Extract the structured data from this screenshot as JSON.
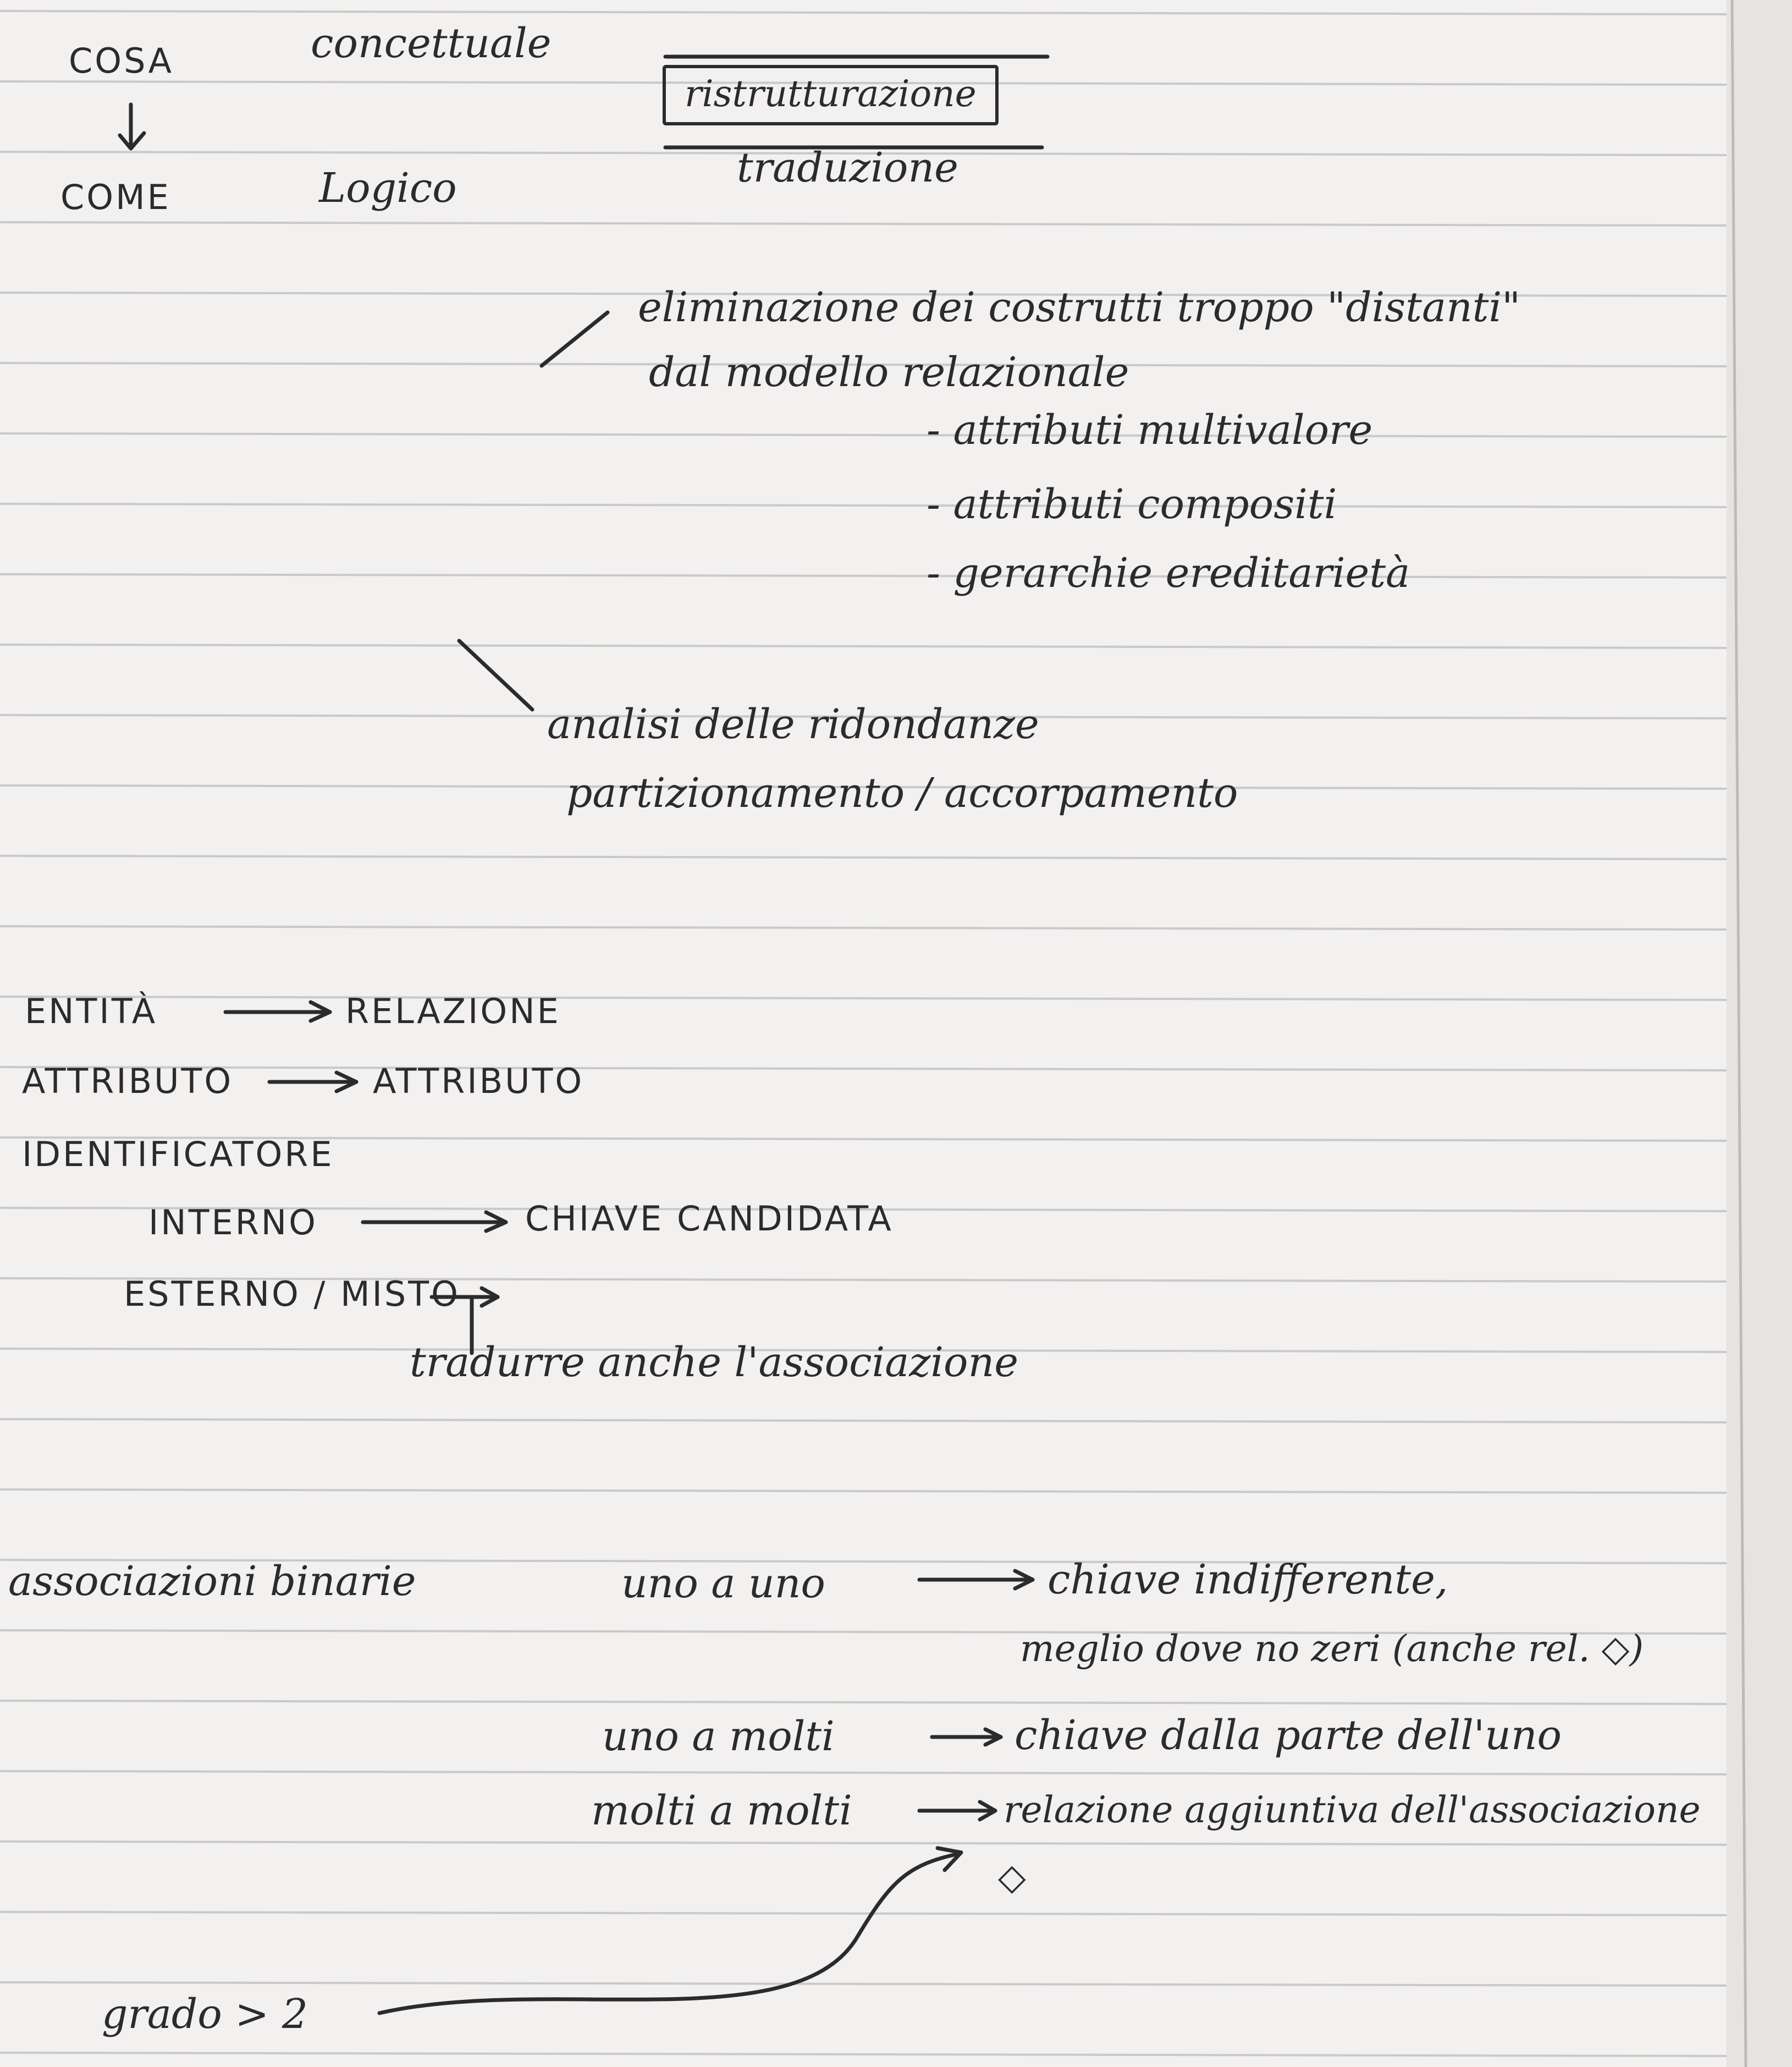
{
  "notes": {
    "top": {
      "cosa": "COSA",
      "come": "COME",
      "concettuale": "concettuale",
      "logico": "Logico",
      "ristrutturazione": "ristrutturazione",
      "traduzione": "traduzione"
    },
    "ristrutturazione_branch": {
      "line1": "eliminazione dei costrutti troppo \"distanti\"",
      "line2": "dal modello relazionale",
      "items": [
        "- attributi multivalore",
        "- attributi compositi",
        "- gerarchie ereditarietà"
      ]
    },
    "analisi_branch": {
      "line1": "analisi delle ridondanze",
      "line2": "partizionamento / accorpamento"
    },
    "mapping": {
      "entita": "ENTITÀ",
      "relazione": "RELAZIONE",
      "attributo_left": "ATTRIBUTO",
      "attributo_right": "ATTRIBUTO",
      "identificatore": "IDENTIFICATORE",
      "interno": "INTERNO",
      "chiave_candidata": "CHIAVE CANDIDATA",
      "esterno_misto": "ESTERNO / MISTO",
      "tradurre": "tradurre anche l'associazione"
    },
    "associazioni": {
      "heading": "associazioni binarie",
      "uno_a_uno": "uno a uno",
      "uno_a_uno_result": "chiave indifferente,",
      "uno_a_uno_note": "meglio dove no zeri (anche rel. ◇)",
      "uno_a_molti": "uno a molti",
      "uno_a_molti_result": "chiave dalla parte dell'uno",
      "molti_a_molti": "molti a molti",
      "molti_a_molti_result": "relazione aggiuntiva dell'associazione",
      "diamond": "◇",
      "grado": "grado > 2"
    }
  }
}
